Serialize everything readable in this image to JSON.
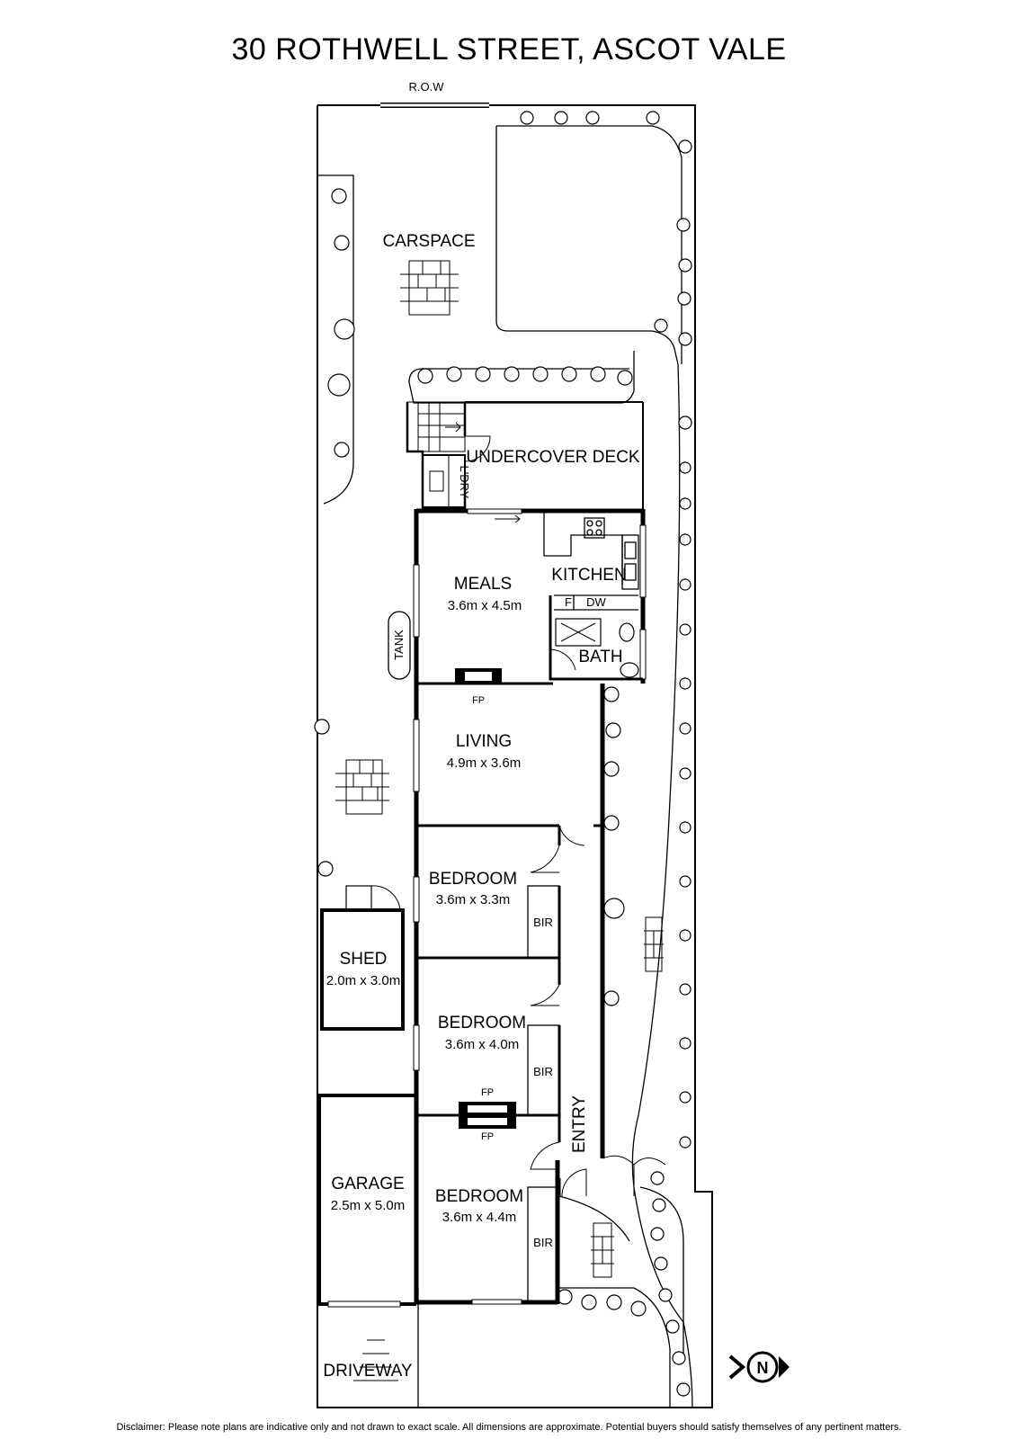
{
  "title": "30 ROTHWELL STREET, ASCOT VALE",
  "row_label": "R.O.W",
  "rooms": {
    "carspace": "CARSPACE",
    "undercover_deck": "UNDERCOVER DECK",
    "laundry": "L'DRY",
    "meals": {
      "name": "MEALS",
      "dims": "3.6m x 4.5m"
    },
    "kitchen": "KITCHEN",
    "fridge": "F",
    "dishwasher": "DW",
    "bath": "BATH",
    "tank": "TANK",
    "fireplace_living": "FP",
    "living": {
      "name": "LIVING",
      "dims": "4.9m x 3.6m"
    },
    "bedroom1": {
      "name": "BEDROOM",
      "dims": "3.6m x 3.3m",
      "bir": "BIR"
    },
    "shed": {
      "name": "SHED",
      "dims": "2.0m x 3.0m"
    },
    "bedroom2": {
      "name": "BEDROOM",
      "dims": "3.6m x 4.0m",
      "bir": "BIR"
    },
    "fireplace_bed2": "FP",
    "fireplace_bed3": "FP",
    "entry": "ENTRY",
    "garage": {
      "name": "GARAGE",
      "dims": "2.5m x 5.0m"
    },
    "bedroom3": {
      "name": "BEDROOM",
      "dims": "3.6m x 4.4m",
      "bir": "BIR"
    },
    "driveway": "DRIVEWAY"
  },
  "north_label": "N",
  "disclaimer": "Disclaimer: Please note plans are indicative only and not drawn to exact scale. All dimensions are approximate. Potential buyers should satisfy themselves of any pertinent matters."
}
